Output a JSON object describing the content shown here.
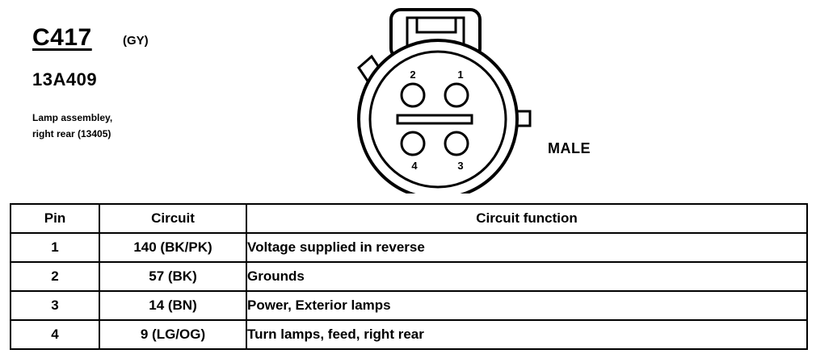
{
  "connector": {
    "id": "C417",
    "color_code": "(GY)",
    "part_number": "13A409",
    "description_lines": [
      "Lamp assembley,",
      "right rear (13405)"
    ],
    "gender": "MALE"
  },
  "pin_labels": [
    "1",
    "2",
    "3",
    "4"
  ],
  "table": {
    "headers": [
      "Pin",
      "Circuit",
      "Circuit function"
    ],
    "rows": [
      {
        "pin": "1",
        "circuit": "140 (BK/PK)",
        "function": "Voltage supplied in reverse"
      },
      {
        "pin": "2",
        "circuit": "57 (BK)",
        "function": "Grounds"
      },
      {
        "pin": "3",
        "circuit": "14 (BN)",
        "function": "Power, Exterior lamps"
      },
      {
        "pin": "4",
        "circuit": "9 (LG/OG)",
        "function": "Turn lamps, feed, right rear"
      }
    ]
  }
}
